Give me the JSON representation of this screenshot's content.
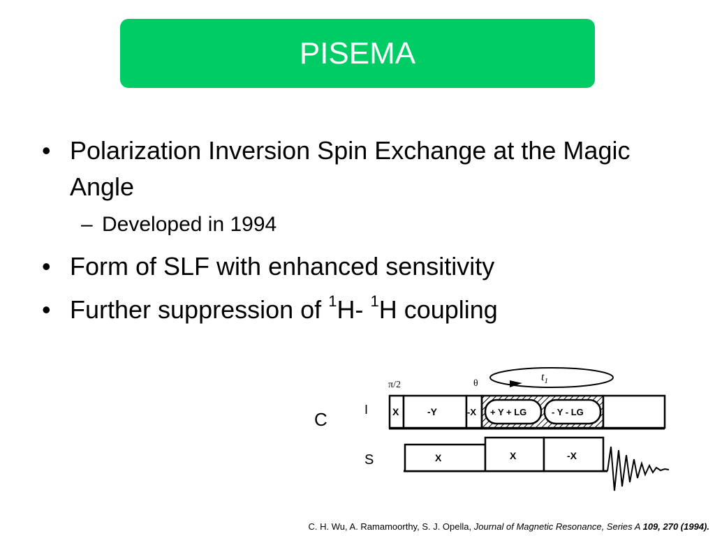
{
  "title": "PISEMA",
  "bullets": [
    {
      "text": "Polarization Inversion Spin Exchange at the Magic Angle"
    },
    {
      "text": "Form of SLF with enhanced sensitivity"
    },
    {
      "pre": "Further suppression of ",
      "sup1": "1",
      "mid": "H- ",
      "sup2": "1",
      "post": "H coupling"
    }
  ],
  "sub_bullet": "Developed in 1994",
  "diagram": {
    "panel_label": "C",
    "row_i_label": "I",
    "row_s_label": "S",
    "pi2_label": "π/2",
    "theta_label": "θ",
    "t1_label": "t",
    "t1_sub": "1",
    "i_blocks": [
      "X",
      "-Y",
      "-X",
      "+ Y + LG",
      "- Y - LG"
    ],
    "s_blocks": [
      "X",
      "X",
      "-X"
    ]
  },
  "citation": {
    "authors": "C. H. Wu, A. Ramamoorthy, S. J. Opella, ",
    "journal": "Journal of Magnetic Resonance, Series A ",
    "ref": "109, 270 (1994)."
  }
}
